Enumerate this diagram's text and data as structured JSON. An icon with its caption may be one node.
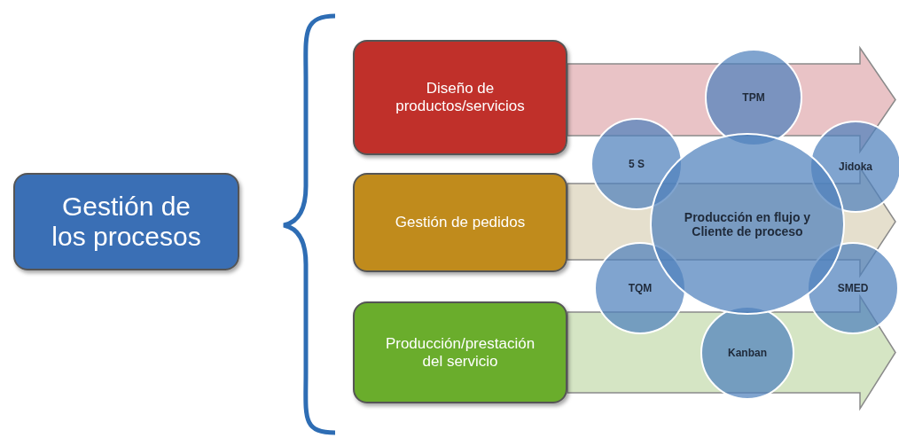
{
  "diagram": {
    "nodes": [
      {
        "text": [
          "Gestión de los procesos"
        ]
      },
      {
        "text": [
          "Diseño de productos/servicios"
        ]
      },
      {
        "text": [
          "Gestión de pedidos"
        ]
      },
      {
        "text": [
          "Producción/prestación del servicio"
        ]
      },
      {
        "text": [
          "Producción en flujo y Cliente de proceso"
        ]
      },
      {
        "text": [
          "TPM"
        ]
      },
      {
        "text": [
          "5 S"
        ]
      },
      {
        "text": [
          "Jidoka"
        ]
      },
      {
        "text": [
          "TQM"
        ]
      },
      {
        "text": [
          "SMED"
        ]
      },
      {
        "text": [
          "Kanban"
        ]
      }
    ],
    "edges": [
      {
        "from": 1,
        "to": null,
        "arrow": "to"
      },
      {
        "from": 2,
        "to": null,
        "arrow": "to"
      },
      {
        "from": 3,
        "to": null,
        "arrow": "to"
      }
    ]
  }
}
